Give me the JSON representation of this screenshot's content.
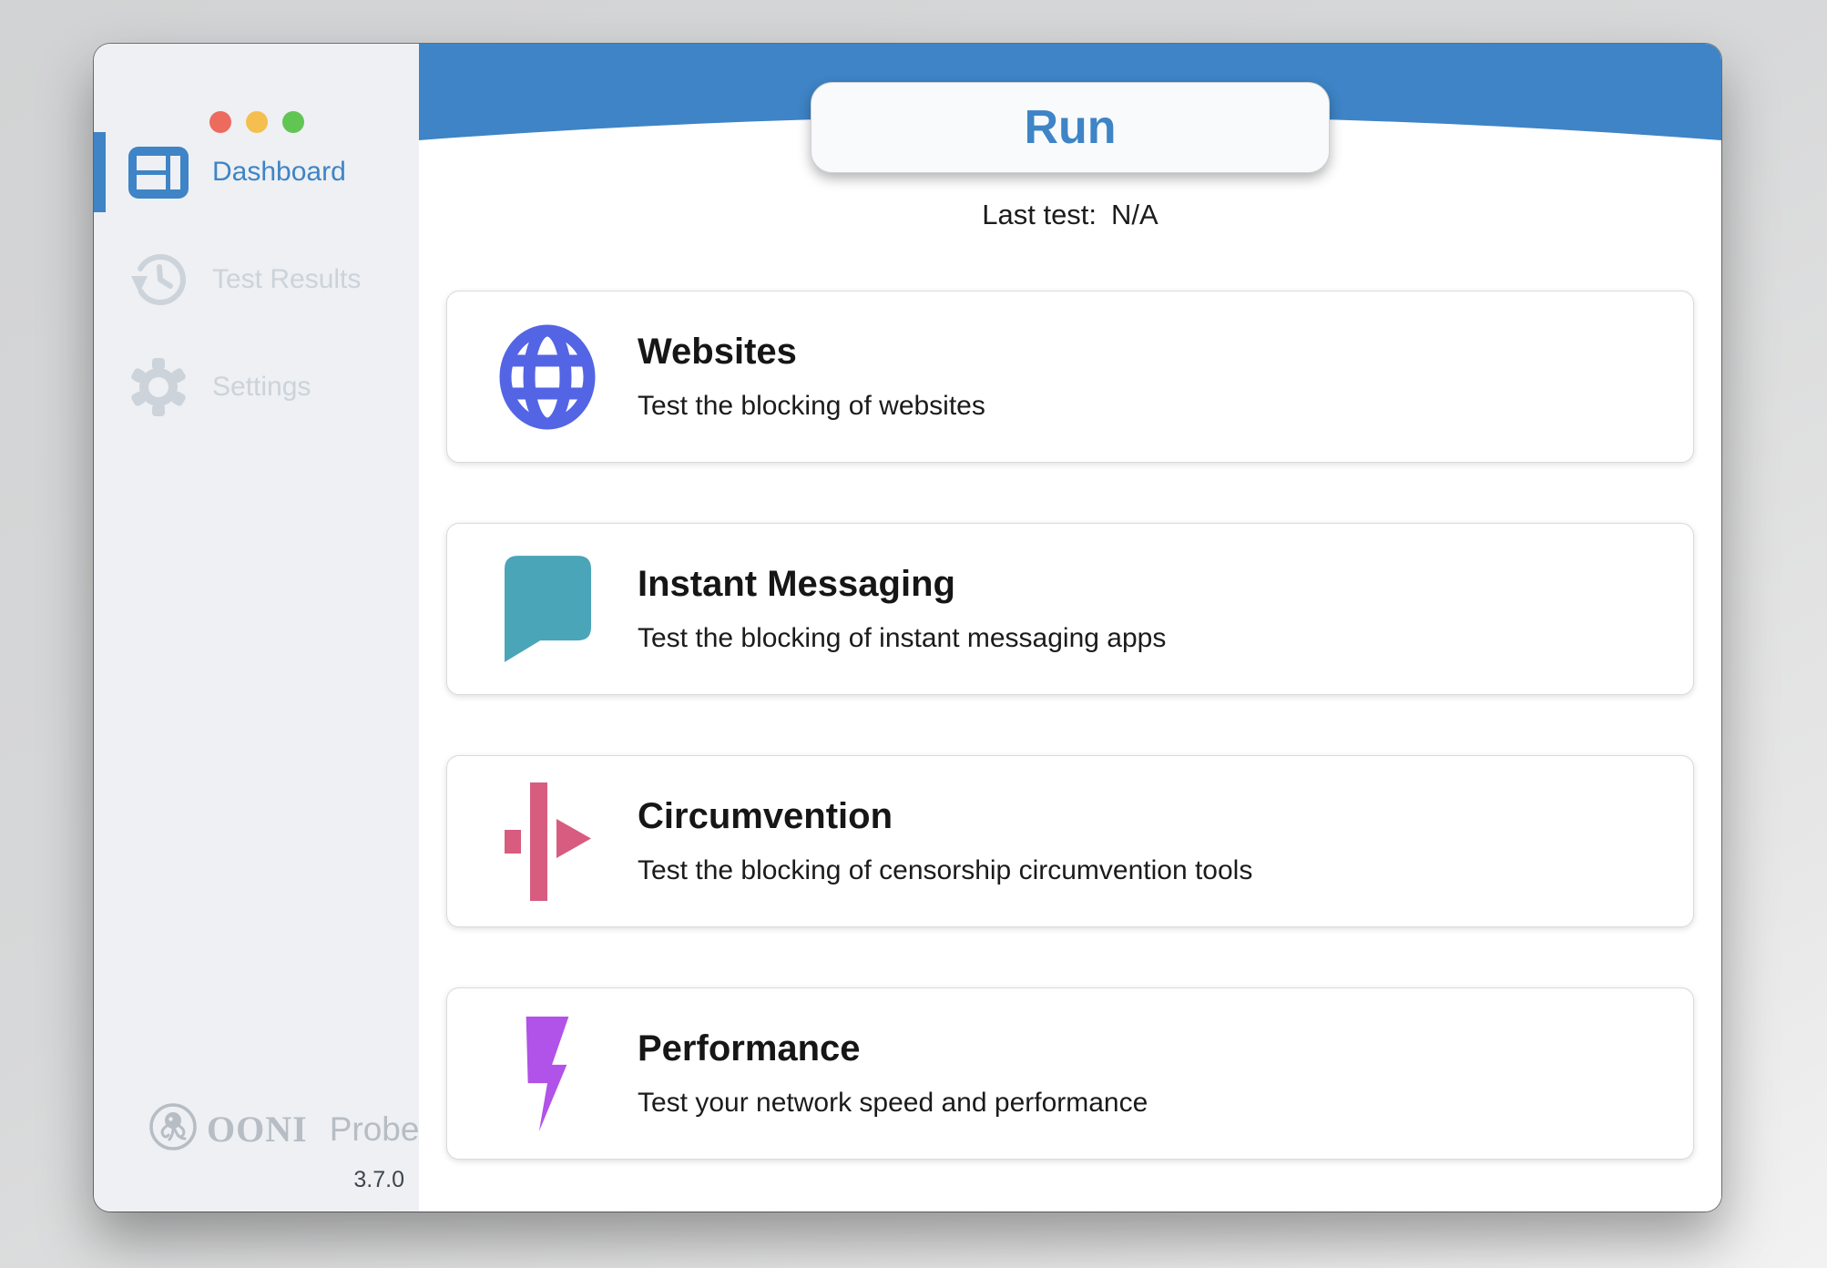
{
  "window": {
    "app": "OONI Probe"
  },
  "traffic_lights": {
    "close": "close",
    "minimize": "minimize",
    "zoom": "zoom"
  },
  "sidebar": {
    "items": [
      {
        "label": "Dashboard",
        "icon": "dashboard-icon",
        "active": true
      },
      {
        "label": "Test Results",
        "icon": "history-icon",
        "active": false
      },
      {
        "label": "Settings",
        "icon": "gear-icon",
        "active": false
      }
    ],
    "brand": {
      "org": "OONI",
      "product": "Probe",
      "version": "3.7.0",
      "icon": "ooni-octopus-icon"
    }
  },
  "header": {
    "run_label": "Run",
    "last_test_label": "Last test:",
    "last_test_value": "N/A"
  },
  "cards": [
    {
      "title": "Websites",
      "subtitle": "Test the blocking of websites",
      "icon": "globe-icon",
      "color": "#5365e5"
    },
    {
      "title": "Instant Messaging",
      "subtitle": "Test the blocking of instant messaging apps",
      "icon": "chat-bubble-icon",
      "color": "#4aa5b8"
    },
    {
      "title": "Circumvention",
      "subtitle": "Test the blocking of censorship circumvention tools",
      "icon": "circumvention-arrow-icon",
      "color": "#d75c80"
    },
    {
      "title": "Performance",
      "subtitle": "Test your network speed and performance",
      "icon": "lightning-bolt-icon",
      "color": "#b152e8"
    }
  ],
  "colors": {
    "accent_blue": "#3e84c6",
    "sidebar_bg": "#eef0f3",
    "inactive_gray": "#ccd3da",
    "brand_gray": "#b7bdc5",
    "traffic_red": "#ed6a5e",
    "traffic_yellow": "#f5bf4f",
    "traffic_green": "#61c554"
  }
}
